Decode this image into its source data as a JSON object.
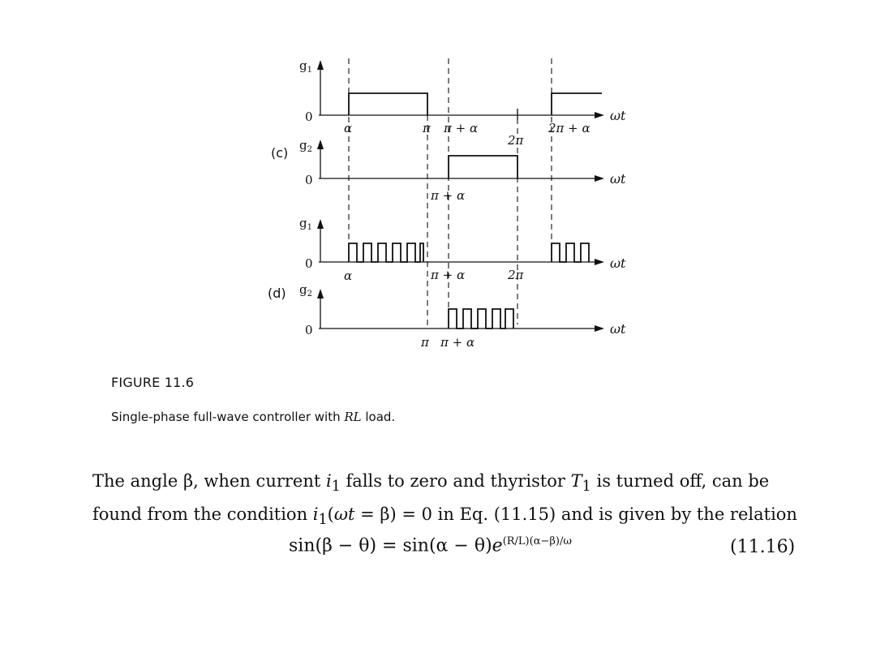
{
  "figure": {
    "panel_c_label": "(c)",
    "panel_d_label": "(d)",
    "signal_g1": "g",
    "signal_g2": "g",
    "sub_1": "1",
    "sub_2": "2",
    "zero": "0",
    "axis_label": "ωt",
    "tick_alpha": "α",
    "tick_pi": "π",
    "tick_pi_plus_alpha": "π + α",
    "tick_2pi": "2π",
    "tick_2pi_plus_alpha": "2π + α"
  },
  "caption": {
    "title": "FIGURE 11.6",
    "text_before": "Single-phase full-wave controller with ",
    "text_italic": "RL",
    "text_after": " load."
  },
  "body": {
    "p1_a": "The angle β, when current ",
    "p1_var_i": "i",
    "p1_sub_1": "1",
    "p1_b": " falls to zero and thyristor ",
    "p1_var_T": "T",
    "p1_sub_T": "1",
    "p1_c": " is turned off, can be found from the condition ",
    "p1_var_i2": "i",
    "p1_sub_2": "1",
    "p1_d": "(",
    "p1_wt": "ωt",
    "p1_e": " = β) = 0 in Eq. (11.15) and is given by the relation"
  },
  "equation": {
    "lhs": "sin(β − θ)  =  sin(α − θ)",
    "base": "e",
    "exponent": "(R/L)(α−β)/ω",
    "number": "(11.16)"
  }
}
